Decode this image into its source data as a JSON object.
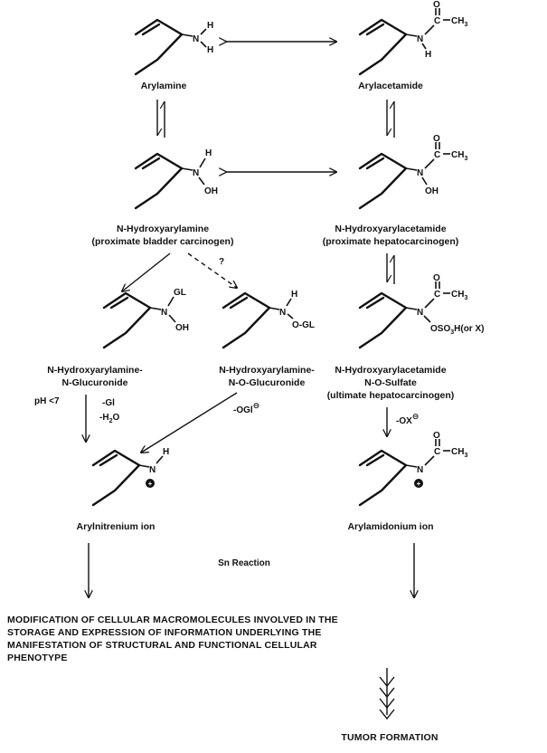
{
  "compounds": {
    "arylamine": {
      "label": "Arylamine",
      "atoms": {
        "n": "N",
        "h_up": "H",
        "h_down": "H"
      }
    },
    "arylacetamide": {
      "label": "Arylacetamide",
      "atoms": {
        "o": "O",
        "c": "C",
        "ch3": "CH",
        "ch3_sub": "3",
        "n": "N",
        "h": "H"
      }
    },
    "n_hydroxyarylamine": {
      "label": "N-Hydroxyarylamine",
      "sublabel": "(proximate bladder carcinogen)",
      "atoms": {
        "n": "N",
        "h": "H",
        "oh": "OH"
      }
    },
    "n_hydroxyarylacetamide": {
      "label": "N-Hydroxyarylacetamide",
      "sublabel": "(proximate hepatocarcinogen)",
      "atoms": {
        "o": "O",
        "c": "C",
        "ch3": "CH",
        "ch3_sub": "3",
        "n": "N",
        "oh": "OH"
      }
    },
    "n_glucuronide": {
      "label": "N-Hydroxyarylamine-",
      "sublabel": "N-Glucuronide",
      "atoms": {
        "gl": "GL",
        "n": "N",
        "oh": "OH"
      }
    },
    "n_o_glucuronide": {
      "label": "N-Hydroxyarylamine-",
      "sublabel": "N-O-Glucuronide",
      "atoms": {
        "h": "H",
        "n": "N",
        "ogl": "O-GL"
      }
    },
    "n_o_sulfate": {
      "label": "N-Hydroxyarylacetamide",
      "sublabel": "N-O-Sulfate",
      "sublabel2": "(ultimate hepatocarcinogen)",
      "atoms": {
        "o": "O",
        "c": "C",
        "ch3": "CH",
        "ch3_sub": "3",
        "n": "N",
        "oso3h": "OSO",
        "oso3h_sub": "3",
        "oso3h_tail": "H(or X)"
      }
    },
    "arylnitrenium": {
      "label": "Arylnitrenium ion",
      "atoms": {
        "n": "N",
        "h": "H",
        "charge": "+"
      }
    },
    "arylamidonium": {
      "label": "Arylamidonium ion",
      "atoms": {
        "o": "O",
        "c": "C",
        "ch3": "CH",
        "ch3_sub": "3",
        "n": "N",
        "charge": "+"
      }
    }
  },
  "conditions": {
    "question": "?",
    "ph": "pH <7",
    "minus_gl": "-Gl",
    "minus_h2o_pre": "-H",
    "minus_h2o_sub": "2",
    "minus_h2o_post": "O",
    "minus_ogl": "-OGl",
    "minus_ogl_charge": "⊖",
    "minus_ox": "-OX",
    "minus_ox_charge": "⊖"
  },
  "reaction_label": "Sn Reaction",
  "outcome": {
    "lines": [
      "MODIFICATION OF CELLULAR MACROMOLECULES INVOLVED IN THE",
      "STORAGE AND EXPRESSION OF INFORMATION UNDERLYING THE",
      "MANIFESTATION OF STRUCTURAL AND FUNCTIONAL CELLULAR",
      "PHENOTYPE"
    ],
    "final": "TUMOR FORMATION"
  }
}
